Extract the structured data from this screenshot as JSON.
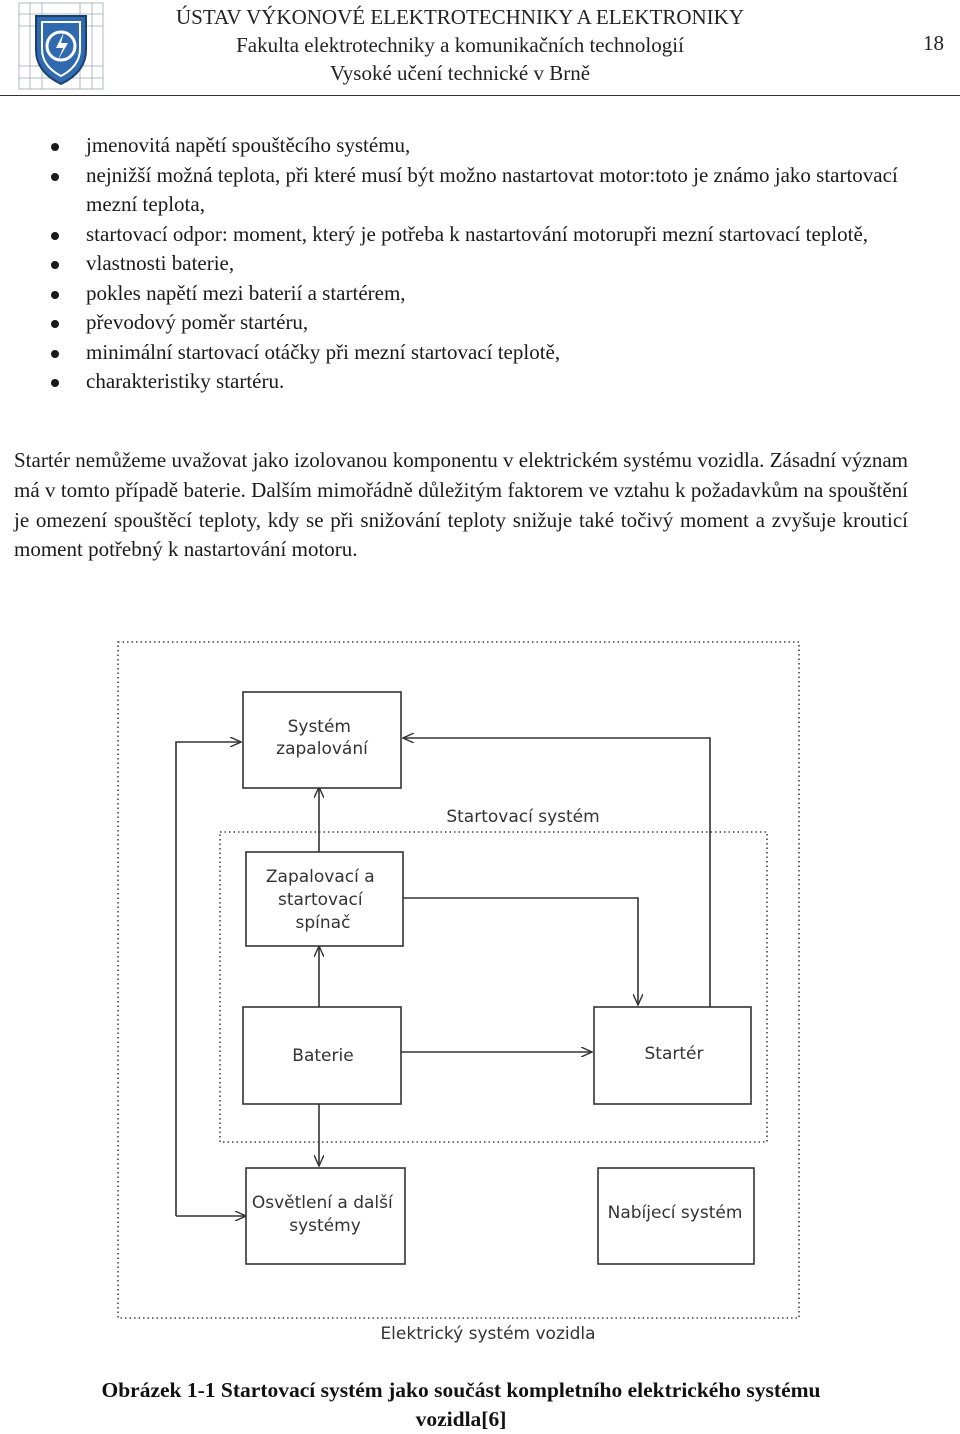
{
  "header": {
    "line1": "ÚSTAV VÝKONOVÉ ELEKTROTECHNIKY A ELEKTRONIKY",
    "line2": "Fakulta elektrotechniky a komunikačních technologií",
    "line3": "Vysoké učení technické v Brně",
    "page_number": "18"
  },
  "bullets": [
    "jmenovitá napětí spouštěcího systému,",
    "nejnižší možná teplota, při které musí být možno nastartovat motor:toto je známo jako startovací mezní teplota,",
    "startovací odpor: moment, který je potřeba k nastartování motorupři mezní startovací teplotě,",
    "vlastnosti baterie,",
    "pokles napětí mezi baterií a startérem,",
    "převodový poměr startéru,",
    "minimální startovací otáčky při mezní startovací teplotě,",
    "charakteristiky startéru."
  ],
  "paragraph": "Startér nemůžeme uvažovat jako izolovanou komponentu v elektrickém systému vozidla. Zásadní význam má v tomto případě baterie. Dalším mimořádně důležitým faktorem ve vztahu k požadavkům na spouštění je omezení spouštěcí teploty, kdy se při snižování teploty snižuje také točivý moment a zvyšuje krouticí moment potřebný k nastartování motoru.",
  "diagram": {
    "outer_label": "Elektrický systém vozidla",
    "inner_label": "Startovací systém",
    "boxes": {
      "ignition": [
        "Systém",
        "zapalování"
      ],
      "switch": [
        "Zapalovací a",
        "startovací",
        "spínač"
      ],
      "battery": [
        "Baterie"
      ],
      "starter": [
        "Startér"
      ],
      "lighting": [
        "Osvětlení a další",
        "systémy"
      ],
      "charging": [
        "Nabíjecí systém"
      ]
    }
  },
  "caption": {
    "line1": "Obrázek 1-1 Startovací systém jako součást kompletního elektrického systému",
    "line2": "vozidla[6]"
  }
}
